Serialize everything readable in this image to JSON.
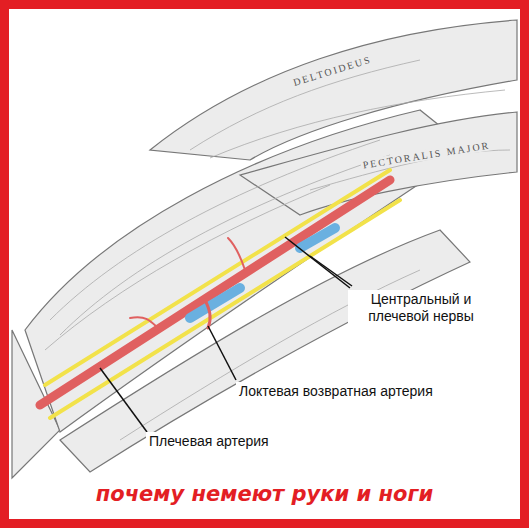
{
  "diagram": {
    "caption": "почему немеют руки и ноги",
    "labels": [
      "Центральный и плечевой нервы",
      "Локтевая возвратная артерия",
      "Плечевая артерия",
      "DELTOIDEUS",
      "PECTORALIS MAJOR"
    ]
  }
}
